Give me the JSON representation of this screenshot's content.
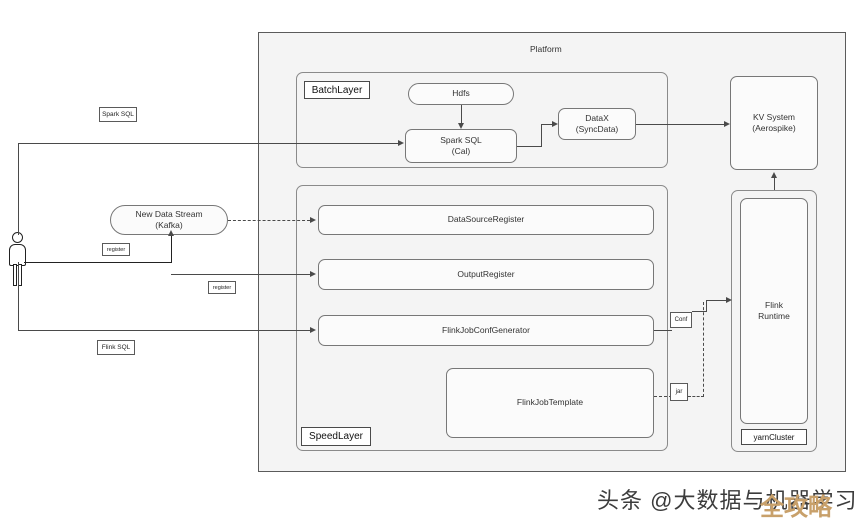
{
  "diagram": {
    "platform_label": "Platform",
    "batch_layer": {
      "tag": "BatchLayer",
      "nodes": {
        "hdfs": "Hdfs",
        "spark_sql": "Spark SQL\n(Cal)",
        "spark_sql_line1": "Spark SQL",
        "spark_sql_line2": "(Cal)",
        "datax_line1": "DataX",
        "datax_line2": "(SyncData)"
      }
    },
    "speed_layer": {
      "tag": "SpeedLayer",
      "nodes": {
        "data_source_register": "DataSourceRegister",
        "output_register": "OutputRegister",
        "flink_job_conf_generator": "FlinkJobConfGenerator",
        "flink_job_template": "FlinkJobTemplate"
      }
    },
    "kv_system": {
      "line1": "KV System",
      "line2": "(Aerospike)"
    },
    "yarn_cluster": {
      "tag": "yarnCluster",
      "runtime_line1": "Flink",
      "runtime_line2": "Runtime"
    },
    "external": {
      "new_data_stream_line1": "New Data Stream",
      "new_data_stream_line2": "(Kafka)"
    },
    "edge_labels": {
      "spark_sql": "Spark SQL",
      "flink_sql": "Flink SQL",
      "register_top": "register",
      "register_bottom": "register",
      "conf": "Conf",
      "jar": "jar"
    }
  },
  "watermark": {
    "main": "头条 @大数据与机器学习",
    "overlay": "全攻略"
  },
  "colors": {
    "panel_bg": "#f4f4f4",
    "node_bg": "#fbfbfb",
    "line": "#4a4a4a",
    "watermark_overlay": "#c8a06a"
  }
}
